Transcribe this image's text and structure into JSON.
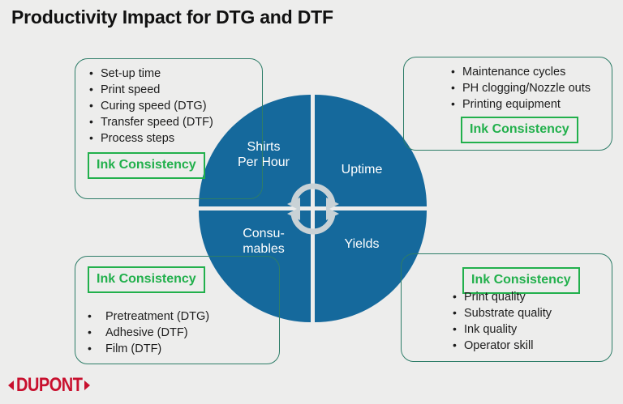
{
  "slide": {
    "title": "Productivity Impact for DTG and DTF",
    "background_color": "#ededec",
    "accent_blue": "#15699c",
    "badge_green": "#22b04c",
    "box_border_teal": "#2e7d68",
    "logo_red": "#c8102e"
  },
  "badge": {
    "label": "Ink Consistency"
  },
  "wheel": {
    "quadrants": [
      {
        "key": "shirts-per-hour",
        "label": "Shirts\nPer Hour",
        "position": "top-left"
      },
      {
        "key": "uptime",
        "label": "Uptime",
        "position": "top-right"
      },
      {
        "key": "consumables",
        "label": "Consu-\nmables",
        "position": "bottom-left"
      },
      {
        "key": "yields",
        "label": "Yields",
        "position": "bottom-right"
      }
    ],
    "center_icon": "cycle-arrows-icon"
  },
  "boxes": {
    "top_left": {
      "name": "shirts-per-hour-box",
      "bullets": [
        "Set-up time",
        "Print speed",
        "Curing speed (DTG)",
        "Transfer speed (DTF)",
        "Process steps"
      ],
      "badge": "Ink Consistency"
    },
    "top_right": {
      "name": "uptime-box",
      "bullets": [
        "Maintenance cycles",
        "PH clogging/Nozzle outs",
        "Printing equipment"
      ],
      "badge": "Ink Consistency"
    },
    "bottom_left": {
      "name": "consumables-box",
      "badge": "Ink Consistency",
      "bullets": [
        "Pretreatment (DTG)",
        "Adhesive (DTF)",
        "Film (DTF)"
      ]
    },
    "bottom_right": {
      "name": "yields-box",
      "badge": "Ink Consistency",
      "bullets": [
        "Print quality",
        "Substrate quality",
        "Ink quality",
        "Operator skill"
      ]
    }
  },
  "logo": {
    "wordmark": "DUPONT"
  }
}
